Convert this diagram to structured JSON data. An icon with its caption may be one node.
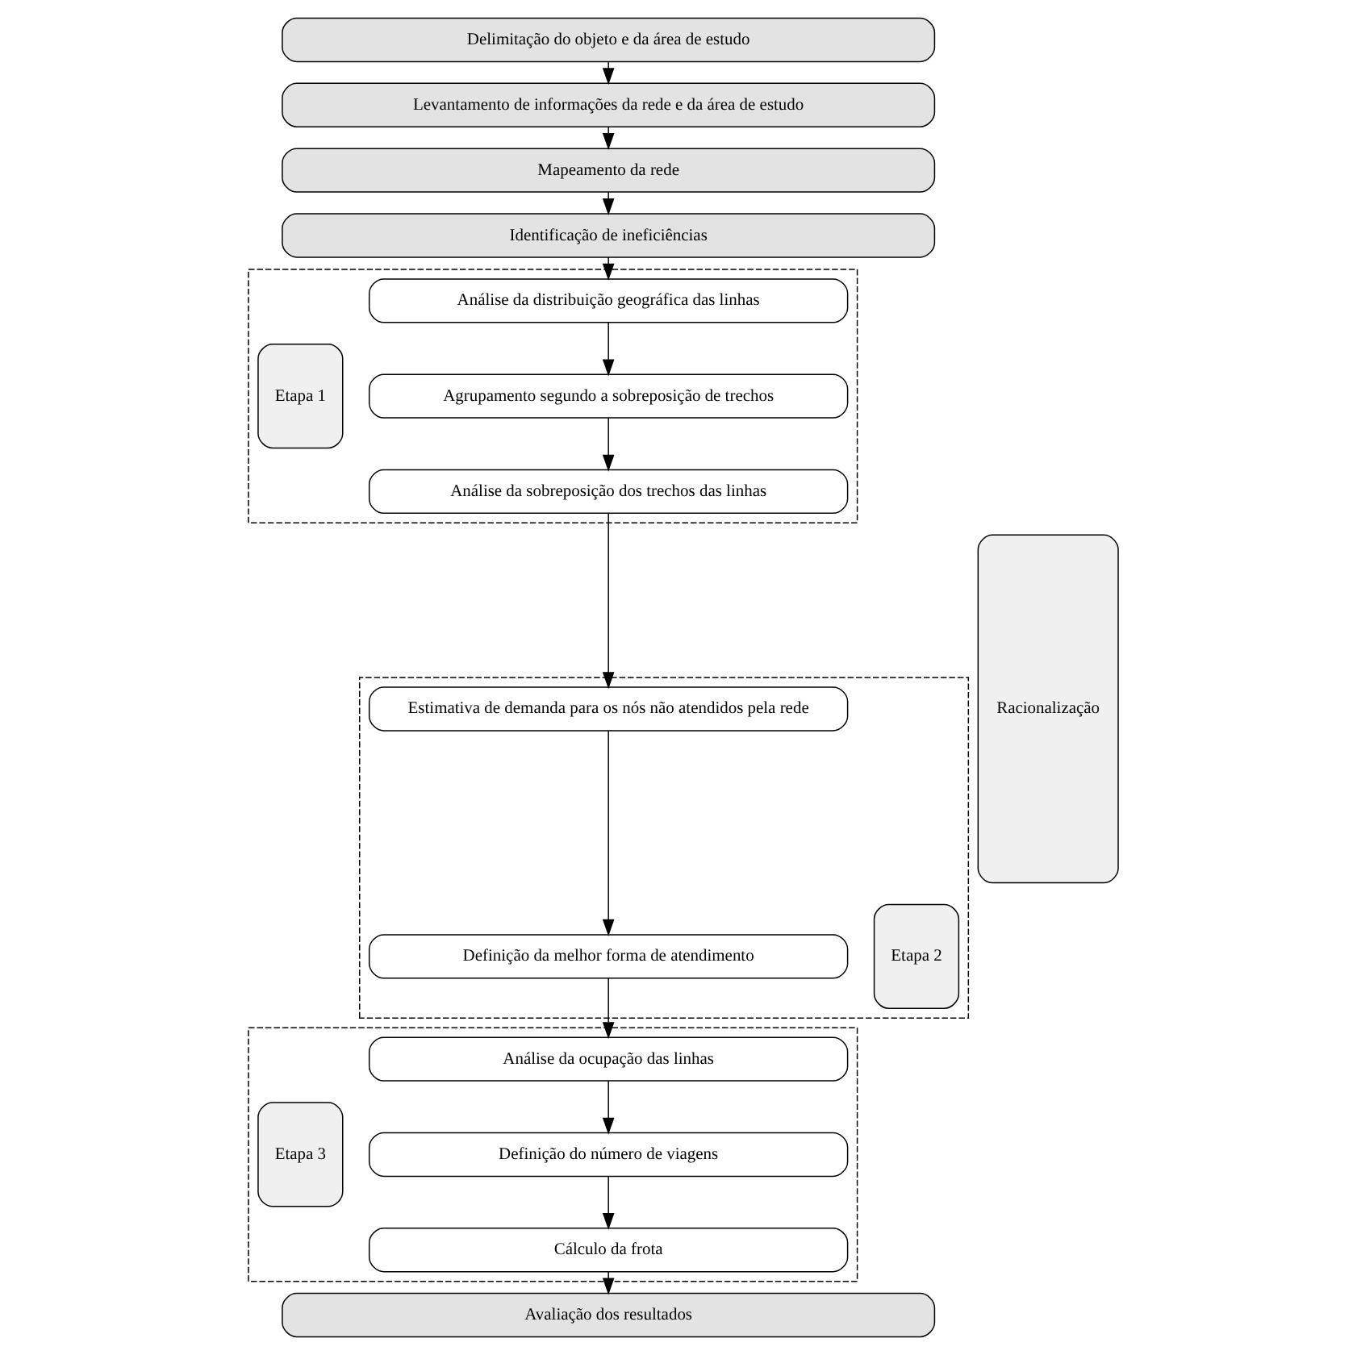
{
  "diagram": {
    "nodes": [
      {
        "text": [
          "Delimitação do objeto e da área de estudo"
        ]
      },
      {
        "text": [
          "Levantamento de informações da rede e da área de estudo"
        ]
      },
      {
        "text": [
          "Mapeamento da rede"
        ]
      },
      {
        "text": [
          "Identificação de ineficiências"
        ]
      },
      {
        "text": [
          "Racionalização"
        ]
      },
      {
        "text": [],
        "shape": "box"
      },
      {
        "text": [
          "Etapa 1"
        ],
        "in": 5
      },
      {
        "text": [
          "Análise da distribuição geográfica das linhas"
        ],
        "in": 5
      },
      {
        "text": [
          "Agrupamento segundo a sobreposição de trechos"
        ],
        "in": 5
      },
      {
        "text": [
          "Análise da sobreposição dos trechos das linhas"
        ],
        "in": 5
      },
      {
        "text": [],
        "shape": "box"
      },
      {
        "text": [
          "Etapa 2"
        ],
        "in": 10
      },
      {
        "text": [
          "Estimativa de demanda para os nós não atendidos pela rede"
        ],
        "in": 10
      },
      {
        "text": [
          "Definição da melhor forma de atendimento"
        ],
        "in": 10
      },
      {
        "text": [],
        "shape": "box"
      },
      {
        "text": [
          "Etapa 3"
        ],
        "in": 14
      },
      {
        "text": [
          "Análise da ocupação das linhas"
        ],
        "in": 14
      },
      {
        "text": [
          "Definição do número de viagens"
        ],
        "in": 14
      },
      {
        "text": [
          "Cálculo da frota"
        ],
        "in": 14
      },
      {
        "text": [
          "Avaliação dos resultados"
        ]
      }
    ],
    "edges": [
      {
        "from": 0,
        "to": 1,
        "arrow": "to"
      },
      {
        "from": 1,
        "to": 2,
        "arrow": "to"
      },
      {
        "from": 2,
        "to": 3,
        "arrow": "to"
      },
      {
        "from": 3,
        "to": 7,
        "arrow": "to"
      },
      {
        "from": 7,
        "to": 8,
        "arrow": "to"
      },
      {
        "from": 8,
        "to": 9,
        "arrow": "to"
      },
      {
        "from": 9,
        "to": 12,
        "arrow": "to"
      },
      {
        "from": 12,
        "to": 13,
        "arrow": "to"
      },
      {
        "from": 13,
        "to": 16,
        "arrow": "to"
      },
      {
        "from": 16,
        "to": 17,
        "arrow": "to"
      },
      {
        "from": 17,
        "to": 18,
        "arrow": "to"
      },
      {
        "from": 18,
        "to": 19,
        "arrow": "to"
      }
    ]
  }
}
